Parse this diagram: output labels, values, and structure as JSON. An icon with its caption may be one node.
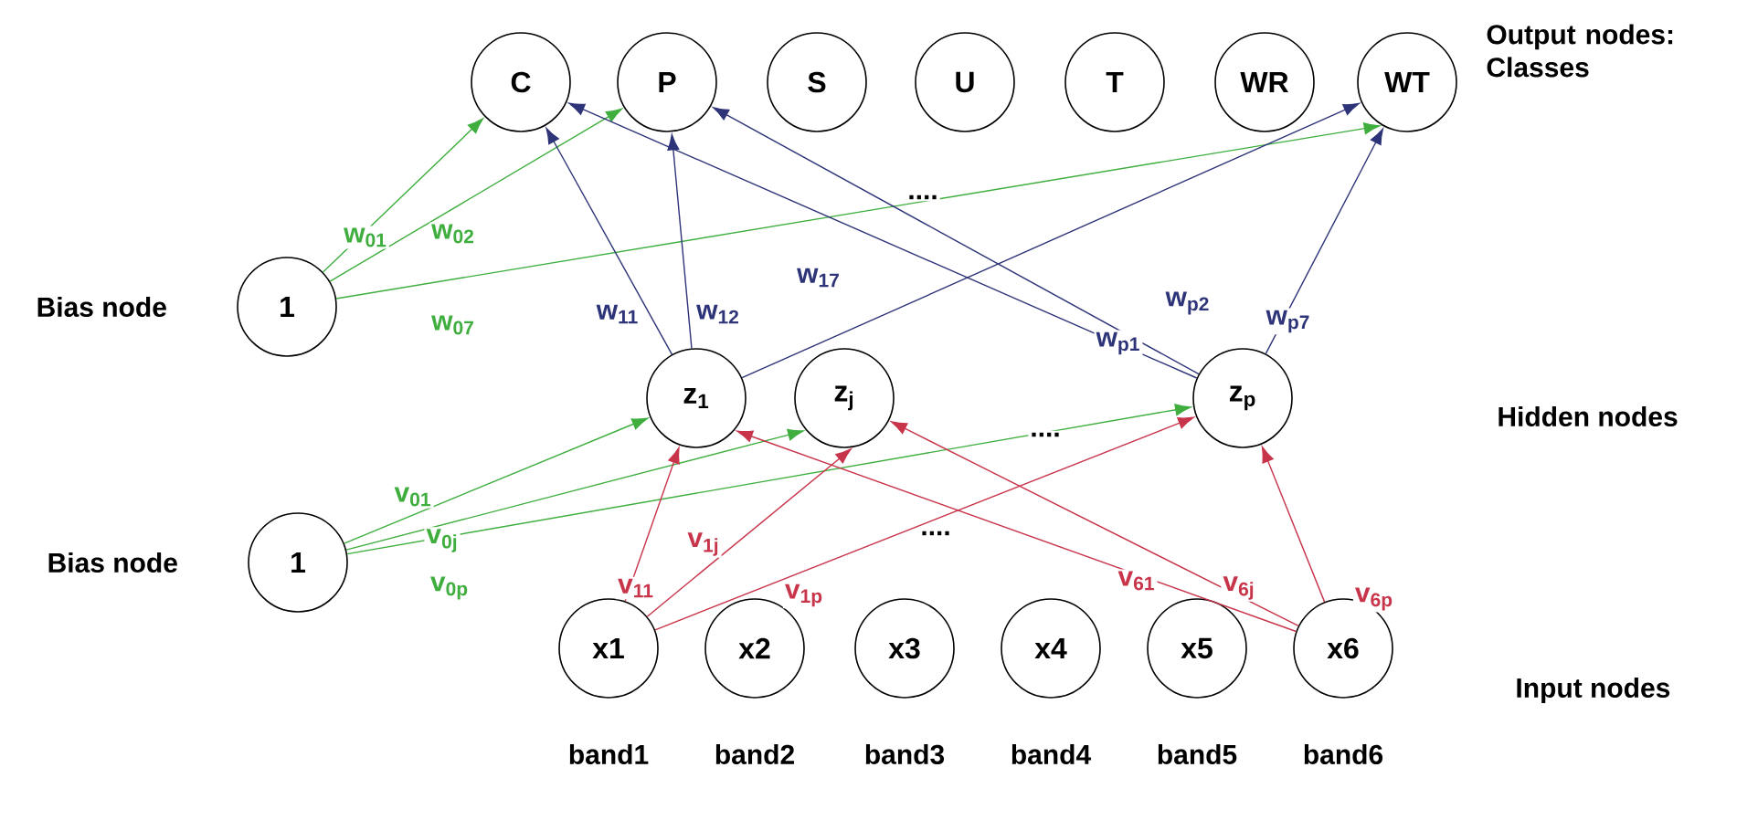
{
  "diagram": {
    "nodes": [
      {
        "text": [
          "C"
        ]
      },
      {
        "text": [
          "P"
        ]
      },
      {
        "text": [
          "S"
        ]
      },
      {
        "text": [
          "U"
        ]
      },
      {
        "text": [
          "T"
        ]
      },
      {
        "text": [
          "WR"
        ]
      },
      {
        "text": [
          "WT"
        ]
      },
      {
        "text": [
          "1"
        ],
        "beside": [
          "Bias node"
        ]
      },
      {
        "text": [
          "z$_{1}$"
        ]
      },
      {
        "text": [
          "z$_{j}$"
        ]
      },
      {
        "text": [
          "z$_{p}$"
        ]
      },
      {
        "text": [
          "1"
        ],
        "beside": [
          "Bias node"
        ]
      },
      {
        "text": [
          "x1"
        ],
        "beside": [
          "band1"
        ]
      },
      {
        "text": [
          "x2"
        ],
        "beside": [
          "band2"
        ]
      },
      {
        "text": [
          "x3"
        ],
        "beside": [
          "band3"
        ]
      },
      {
        "text": [
          "x4"
        ],
        "beside": [
          "band4"
        ]
      },
      {
        "text": [
          "x5"
        ],
        "beside": [
          "band5"
        ]
      },
      {
        "text": [
          "x6"
        ],
        "beside": [
          "band6"
        ]
      }
    ],
    "edges": [
      {
        "from": 7,
        "to": 0,
        "arrow": "to",
        "label": "w$_{01}$",
        "color": "#3fae3f"
      },
      {
        "from": 7,
        "to": 1,
        "arrow": "to",
        "label": "w$_{02}$",
        "color": "#3fae3f"
      },
      {
        "from": 7,
        "to": 6,
        "arrow": "to",
        "label": "w$_{07}$",
        "color": "#3fae3f"
      },
      {
        "from": 8,
        "to": 0,
        "arrow": "to",
        "label": "w$_{11}$",
        "color": "#2e3478"
      },
      {
        "from": 8,
        "to": 1,
        "arrow": "to",
        "label": "w$_{12}$",
        "color": "#2e3478"
      },
      {
        "from": 8,
        "to": 6,
        "arrow": "to",
        "label": "w$_{17}$",
        "color": "#2e3478"
      },
      {
        "from": 10,
        "to": 0,
        "arrow": "to",
        "label": "w$_{p1}$",
        "color": "#2e3478"
      },
      {
        "from": 10,
        "to": 1,
        "arrow": "to",
        "label": "w$_{p2}$",
        "color": "#2e3478"
      },
      {
        "from": 10,
        "to": 6,
        "arrow": "to",
        "label": "w$_{p7}$",
        "color": "#2e3478"
      },
      {
        "from": 11,
        "to": 8,
        "arrow": "to",
        "label": "v$_{01}$",
        "color": "#3fae3f"
      },
      {
        "from": 11,
        "to": 9,
        "arrow": "to",
        "label": "v$_{0j}$",
        "color": "#3fae3f"
      },
      {
        "from": 11,
        "to": 10,
        "arrow": "to",
        "label": "v$_{0p}$",
        "color": "#3fae3f"
      },
      {
        "from": 12,
        "to": 8,
        "arrow": "to",
        "label": "v$_{11}$",
        "color": "#c8344a"
      },
      {
        "from": 12,
        "to": 9,
        "arrow": "to",
        "label": "v$_{1j}$",
        "color": "#c8344a"
      },
      {
        "from": 12,
        "to": 10,
        "arrow": "to",
        "label": "v$_{1p}$",
        "color": "#c8344a"
      },
      {
        "from": 17,
        "to": 8,
        "arrow": "to",
        "label": "v$_{61}$",
        "color": "#c8344a"
      },
      {
        "from": 17,
        "to": 9,
        "arrow": "to",
        "label": "v$_{6j}$",
        "color": "#c8344a"
      },
      {
        "from": 17,
        "to": 10,
        "arrow": "to",
        "label": "v$_{6p}$",
        "color": "#c8344a"
      }
    ],
    "labels": [
      "Output nodes: Classes",
      "....",
      "Hidden nodes",
      "....",
      "....",
      "Input nodes"
    ]
  }
}
